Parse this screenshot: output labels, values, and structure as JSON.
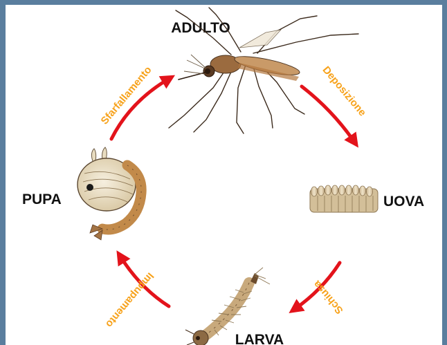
{
  "stages": {
    "adult": "ADULTO",
    "eggs": "UOVA",
    "larva": "LARVA",
    "pupa": "PUPA"
  },
  "transitions": {
    "laying": "Deposizione",
    "hatching": "Schiusa",
    "pupation": "Impupamento",
    "emergence": "Sfarfallamento"
  },
  "colors": {
    "frame": "#5a7e9e",
    "arrow": "#e3131b",
    "transition_text": "#f7a21b",
    "stage_text": "#111111"
  }
}
